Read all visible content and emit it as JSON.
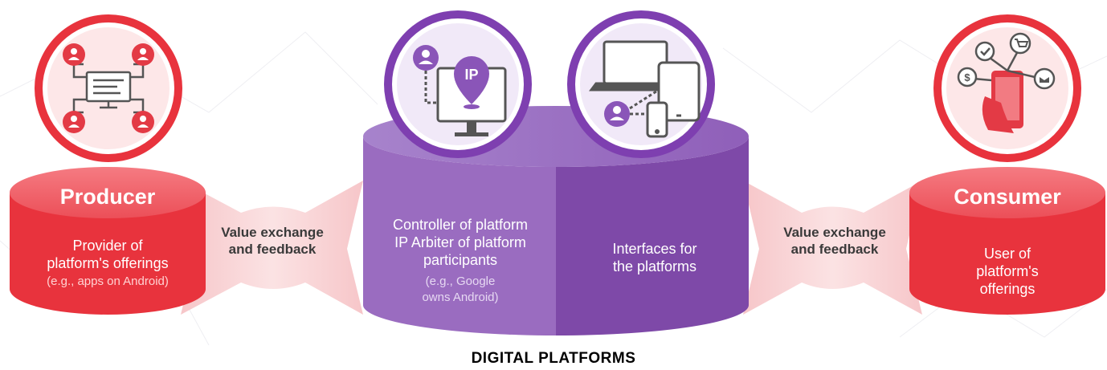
{
  "producer": {
    "title": "Producer",
    "line1": "Provider of",
    "line2": "platform's offerings",
    "note": "(e.g., apps on Android)",
    "icon": "network-users-icon"
  },
  "exchange_left": {
    "line1": "Value exchange",
    "line2": "and feedback"
  },
  "platform": {
    "left": {
      "line1": "Controller of platform",
      "line2": "IP Arbiter of platform",
      "line3": "participants",
      "note1": "(e.g., Google",
      "note2": "owns Android)",
      "icon": "ip-monitor-icon",
      "icon_text": "IP"
    },
    "right": {
      "line1": "Interfaces for",
      "line2": "the platforms",
      "icon": "devices-icon"
    },
    "caption": "DIGITAL PLATFORMS"
  },
  "exchange_right": {
    "line1": "Value exchange",
    "line2": "and feedback"
  },
  "consumer": {
    "title": "Consumer",
    "line1": "User of",
    "line2": "platform's",
    "line3": "offerings",
    "icon": "phone-commerce-icon"
  },
  "colors": {
    "red": "#e8333d",
    "red_light": "#f05a63",
    "purple_left": "#9a6cc0",
    "purple_right": "#7e49a8",
    "icon_red": "#e33a45",
    "icon_purple": "#8a55b8"
  }
}
